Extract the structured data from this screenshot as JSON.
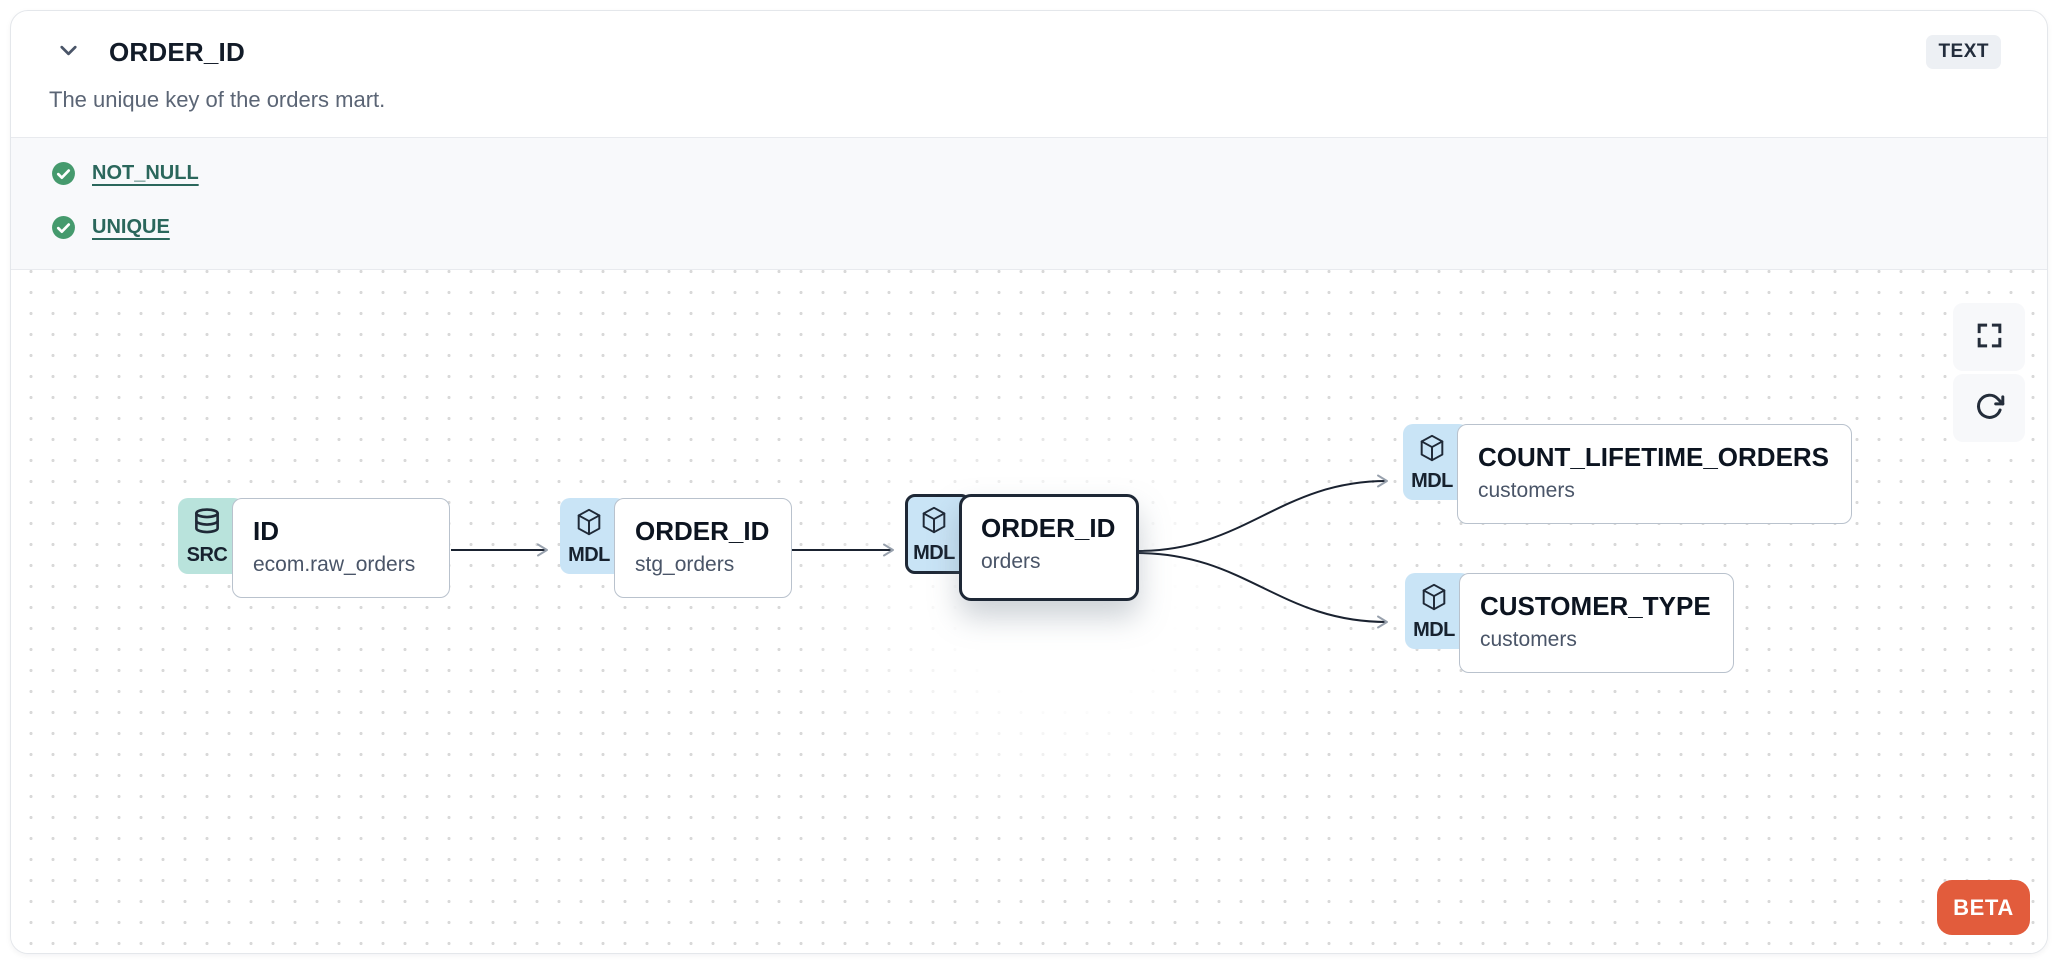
{
  "header": {
    "title": "ORDER_ID",
    "type_badge": "TEXT",
    "description": "The unique key of the orders mart.",
    "collapse_icon": "chevron-down-icon"
  },
  "tests": {
    "items": [
      {
        "name": "NOT_NULL",
        "status": "pass",
        "icon": "check-circle-icon"
      },
      {
        "name": "UNIQUE",
        "status": "pass",
        "icon": "check-circle-icon"
      }
    ]
  },
  "lineage": {
    "nodes": [
      {
        "badge": "SRC",
        "icon": "database-icon",
        "title": "ID",
        "subtitle": "ecom.raw_orders",
        "selected": false
      },
      {
        "badge": "MDL",
        "icon": "cube-icon",
        "title": "ORDER_ID",
        "subtitle": "stg_orders",
        "selected": false
      },
      {
        "badge": "MDL",
        "icon": "cube-icon",
        "title": "ORDER_ID",
        "subtitle": "orders",
        "selected": true
      },
      {
        "badge": "MDL",
        "icon": "cube-icon",
        "title": "COUNT_LIFETIME_ORDERS",
        "subtitle": "customers",
        "selected": false
      },
      {
        "badge": "MDL",
        "icon": "cube-icon",
        "title": "CUSTOMER_TYPE",
        "subtitle": "customers",
        "selected": false
      }
    ],
    "edges": [
      {
        "from": 0,
        "to": 1
      },
      {
        "from": 1,
        "to": 2
      },
      {
        "from": 2,
        "to": 3
      },
      {
        "from": 2,
        "to": 4
      }
    ],
    "controls": {
      "fullscreen_icon": "fullscreen-icon",
      "refresh_icon": "refresh-icon"
    },
    "beta_label": "BETA"
  },
  "colors": {
    "beta_orange": "#E25C3C",
    "pass_green": "#459A6D",
    "test_link_teal": "#2B675C",
    "src_badge_bg": "#B9E3DC",
    "mdl_badge_bg": "#C9E4F6",
    "selected_border": "#1E2836",
    "node_border": "#B9C2CD",
    "type_badge_bg": "#EDF0F4"
  }
}
